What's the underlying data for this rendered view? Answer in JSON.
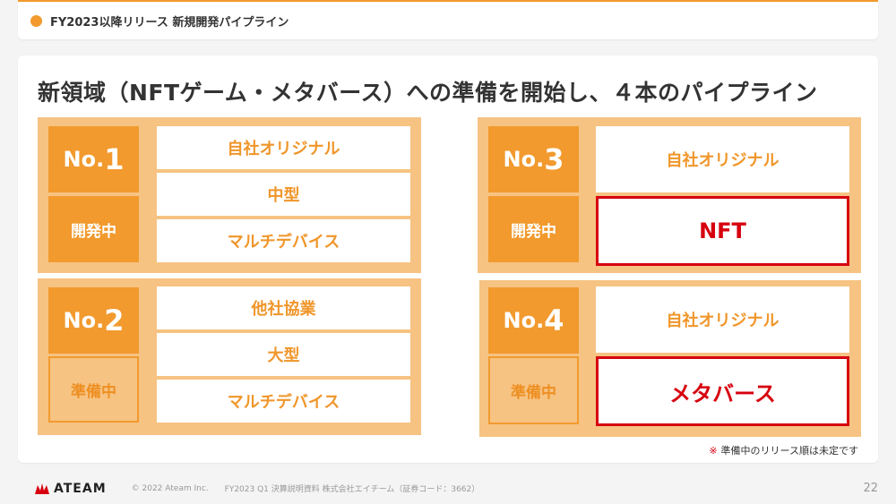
{
  "header": {
    "title": "FY2023以降リリース 新規開発パイプライン"
  },
  "headline": "新領域（NFTゲーム・メタバース）への準備を開始し、４本のパイプライン",
  "pipelines": [
    {
      "no_prefix": "No.",
      "no_num": "1",
      "status": "開発中",
      "items": [
        "自社オリジナル",
        "中型",
        "マルチデバイス"
      ]
    },
    {
      "no_prefix": "No.",
      "no_num": "2",
      "status": "準備中",
      "items": [
        "他社協業",
        "大型",
        "マルチデバイス"
      ]
    },
    {
      "no_prefix": "No.",
      "no_num": "3",
      "status": "開発中",
      "items": [
        "自社オリジナル",
        "NFT"
      ]
    },
    {
      "no_prefix": "No.",
      "no_num": "4",
      "status": "準備中",
      "items": [
        "自社オリジナル",
        "メタバース"
      ]
    }
  ],
  "note": {
    "mark": "※",
    "text": "準備中のリリース順は未定です"
  },
  "footer": {
    "logo": "ATEAM",
    "copyright": "© 2022 Ateam Inc.",
    "doc": "FY2023 Q1 決算説明資料 株式会社エイチーム（証券コード：3662）",
    "page": "22"
  },
  "colors": {
    "accent": "#f29a2e",
    "light": "#f6c382",
    "highlight": "#d7000f"
  }
}
